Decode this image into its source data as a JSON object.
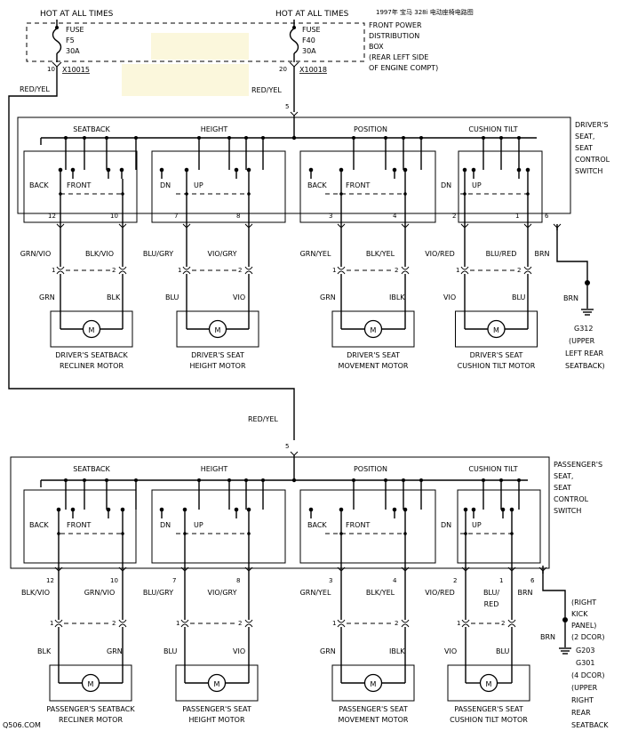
{
  "caption": "1997年 宝马 328i 电动座椅电路图",
  "watermark": "Q506.COM",
  "top": {
    "hot_left": "HOT AT ALL TIMES",
    "hot_right": "HOT AT ALL TIMES",
    "fuse_left": {
      "word": "FUSE",
      "id": "F5",
      "amps": "30A",
      "pin": "10",
      "connector": "X10015"
    },
    "fuse_right": {
      "word": "FUSE",
      "id": "F40",
      "amps": "30A",
      "pin": "20",
      "connector": "X10018"
    },
    "box_label": [
      "FRONT POWER",
      "DISTRIBUTION",
      "BOX",
      "(REAR LEFT SIDE",
      "OF ENGINE COMPT)"
    ],
    "wire_left": "RED/YEL",
    "wire_right": "RED/YEL"
  },
  "driver": {
    "feed_pin": "5",
    "groups": [
      "SEATBACK",
      "HEIGHT",
      "POSITION",
      "CUSHION TILT"
    ],
    "switch_words": [
      "BACK",
      "FRONT",
      "DN",
      "UP",
      "BACK",
      "FRONT",
      "DN",
      "UP"
    ],
    "switch_label": [
      "DRIVER'S",
      "SEAT,",
      "SEAT",
      "CONTROL",
      "SWITCH"
    ],
    "pins": [
      "12",
      "10",
      "7",
      "8",
      "3",
      "4",
      "2",
      "1",
      "6"
    ],
    "wires": [
      "GRN/VIO",
      "BLK/VIO",
      "BLU/GRY",
      "VIO/GRY",
      "GRN/YEL",
      "BLK/YEL",
      "VIO/RED",
      "BLU/RED",
      "BRN"
    ],
    "conn_pins": [
      "1",
      "2"
    ],
    "motor_wires": [
      "GRN",
      "BLK",
      "BLU",
      "VIO",
      "GRN",
      "IBLK",
      "VIO",
      "BLU"
    ],
    "motor_letter": "M",
    "motors": [
      [
        "DRIVER'S SEATBACK",
        "RECLINER MOTOR"
      ],
      [
        "DRIVER'S SEAT",
        "HEIGHT MOTOR"
      ],
      [
        "DRIVER'S SEAT",
        "MOVEMENT MOTOR"
      ],
      [
        "DRIVER'S SEAT",
        "CUSHION TILT MOTOR"
      ]
    ],
    "ground_wire": "BRN",
    "ground_label": [
      "G312",
      "(UPPER",
      "LEFT REAR",
      "SEATBACK)"
    ]
  },
  "link_wire": "RED/YEL",
  "passenger": {
    "feed_pin": "5",
    "groups": [
      "SEATBACK",
      "HEIGHT",
      "POSITION",
      "CUSHION TILT"
    ],
    "switch_words": [
      "BACK",
      "FRONT",
      "DN",
      "UP",
      "BACK",
      "FRONT",
      "DN",
      "UP"
    ],
    "switch_label": [
      "PASSENGER'S",
      "SEAT,",
      "SEAT",
      "CONTROL",
      "SWITCH"
    ],
    "pins": [
      "12",
      "10",
      "7",
      "8",
      "3",
      "4",
      "2",
      "1",
      "6"
    ],
    "wires": [
      "BLK/VIO",
      "GRN/VIO",
      "BLU/GRY",
      "VIO/GRY",
      "GRN/YEL",
      "BLK/YEL",
      "VIO/RED",
      "BLU/",
      "BRN"
    ],
    "wire_extra": "RED",
    "conn_pins": [
      "1",
      "2"
    ],
    "motor_wires": [
      "BLK",
      "GRN",
      "BLU",
      "VIO",
      "GRN",
      "IBLK",
      "VIO",
      "BLU"
    ],
    "motor_letter": "M",
    "motors": [
      [
        "PASSENGER'S SEATBACK",
        "RECLINER MOTOR"
      ],
      [
        "PASSENGER'S SEAT",
        "HEIGHT MOTOR"
      ],
      [
        "PASSENGER'S SEAT",
        "MOVEMENT MOTOR"
      ],
      [
        "PASSENGER'S SEAT",
        "CUSHION TILT MOTOR"
      ]
    ],
    "ground_wire": "BRN",
    "kick_label": [
      "(RIGHT",
      "KICK",
      "PANEL)",
      "(2 DCOR)"
    ],
    "ground_label": [
      "G203",
      "G301",
      "(4 DCOR)",
      "(UPPER",
      "RIGHT",
      "REAR",
      "SEATBACK"
    ]
  }
}
